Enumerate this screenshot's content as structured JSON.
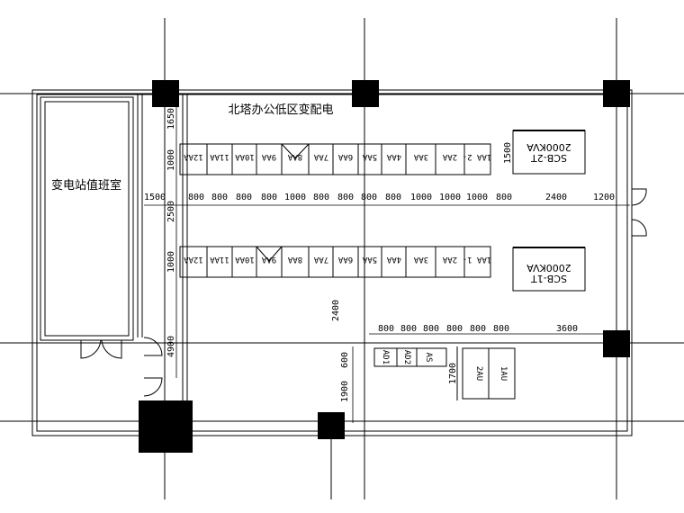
{
  "title": "北塔办公低区变配电",
  "room_label": "变电站值班室",
  "dims": {
    "top_left_1650": "1650",
    "row_a_1000": "1000",
    "row_a_1500": "1500",
    "left_1500": "1500",
    "left_2500": "2500",
    "row_b_1000": "1000",
    "mid_2400": "2400",
    "left_4900": "4900",
    "mid_600": "600",
    "mid_1900": "1900",
    "right_1700": "1700",
    "right_3600": "3600",
    "right_1200": "1200",
    "aisle": [
      "800",
      "800",
      "800",
      "800",
      "1000",
      "800",
      "800",
      "800",
      "800",
      "1000",
      "1000",
      "1000",
      "800",
      "2400"
    ],
    "lower": [
      "800",
      "800",
      "800",
      "800",
      "800",
      "800"
    ]
  },
  "row_a_cabinets": [
    "12AA",
    "11AA",
    "10AA",
    "9AA",
    "8AA",
    "7AA",
    "6AA",
    "5AA",
    "4AA",
    "3AA",
    "2AA",
    "1AA 2-"
  ],
  "row_b_cabinets": [
    "12AA",
    "11AA",
    "10AA",
    "9AA",
    "8AA",
    "7AA",
    "6AA",
    "5AA",
    "4AA",
    "3AA",
    "2AA",
    "1AA 1-"
  ],
  "transformer_top": [
    "SCB-2T",
    "2000KVA"
  ],
  "transformer_bottom": [
    "SCB-1T",
    "2000KVA"
  ],
  "small_cabinets": [
    "AD1",
    "AD2",
    "AS"
  ],
  "low_cabinets": [
    "2AU",
    "1AU"
  ]
}
